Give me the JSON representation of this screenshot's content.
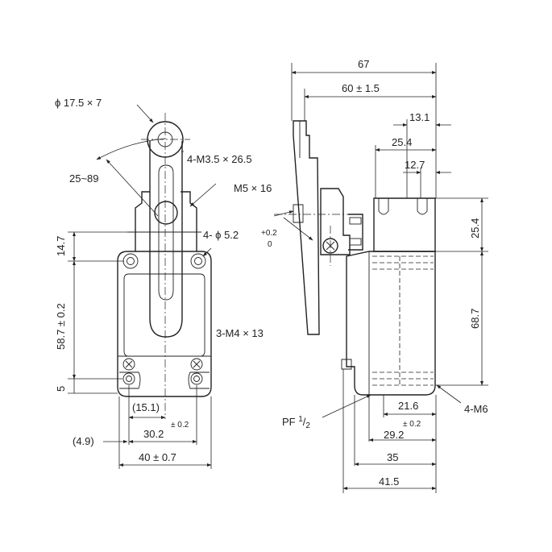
{
  "labels": {
    "roller": "ϕ 17.5 × 7",
    "mount_holes": "4-M3.5 × 26.5",
    "lever_angle": "25~89",
    "lever_screw": "M5 × 16",
    "hole_dia": "4- ϕ 5.2",
    "tol_upper": "+0.2",
    "tol_lower": "0",
    "side_screws": "3-M4 × 13",
    "dim_14_7": "14.7",
    "dim_58_7": "58.7 ± 0.2",
    "dim_5": "5",
    "dim_15_1": "(15.1)",
    "tol_02_a": "± 0.2",
    "dim_4_9": "(4.9)",
    "dim_30_2": "30.2",
    "dim_40": "40 ± 0.7",
    "dim_67": "67",
    "dim_60": "60 ± 1.5",
    "dim_13_1": "13.1",
    "dim_25_4_h": "25.4",
    "dim_12_7": "12.7",
    "dim_25_4_v": "25.4",
    "dim_68_7": "68.7",
    "conduit": "PF ",
    "conduit_frac_num": "1",
    "conduit_frac_den": "2",
    "dim_21_6": "21.6",
    "tol_02_b": "± 0.2",
    "dim_29_2": "29.2",
    "side_holes": "4-M6",
    "dim_35": "35",
    "dim_41_5": "41.5"
  }
}
